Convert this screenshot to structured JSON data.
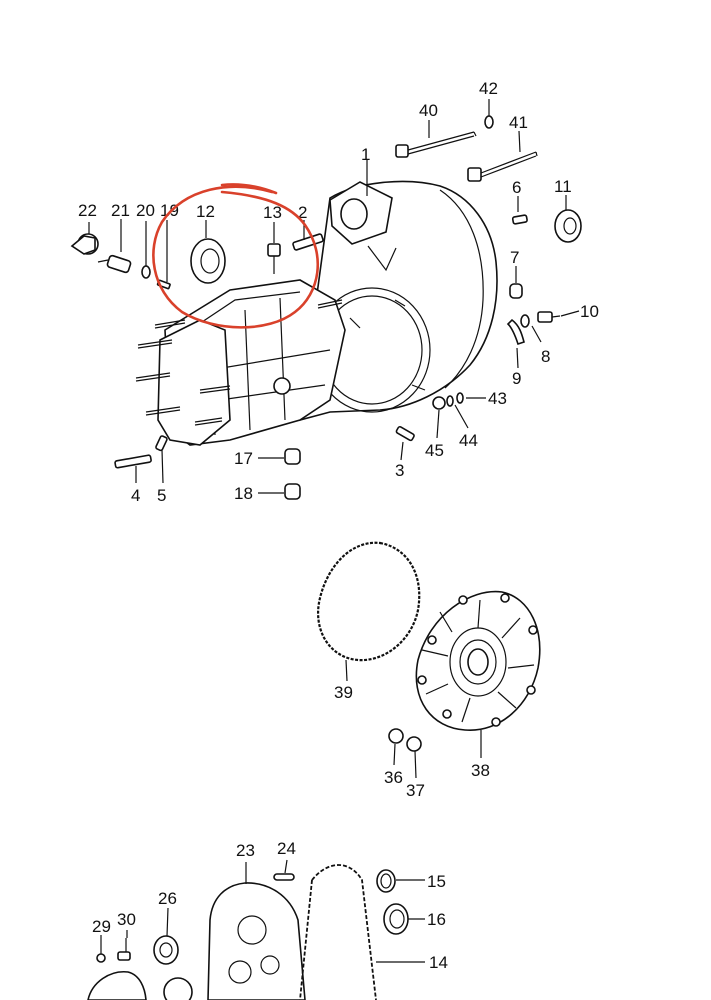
{
  "diagram": {
    "labels": {
      "l1": "1",
      "l2": "2",
      "l3": "3",
      "l4": "4",
      "l5": "5",
      "l6": "6",
      "l7": "7",
      "l8": "8",
      "l9": "9",
      "l10": "10",
      "l11": "11",
      "l12": "12",
      "l13": "13",
      "l14": "14",
      "l15": "15",
      "l16": "16",
      "l17": "17",
      "l18": "18",
      "l19": "19",
      "l20": "20",
      "l21": "21",
      "l22": "22",
      "l23": "23",
      "l24": "24",
      "l26": "26",
      "l29": "29",
      "l30": "30",
      "l36": "36",
      "l37": "37",
      "l38": "38",
      "l39": "39",
      "l40": "40",
      "l41": "41",
      "l42": "42",
      "l43": "43",
      "l44": "44",
      "l45": "45"
    },
    "annotation_color": "#d9412b"
  }
}
